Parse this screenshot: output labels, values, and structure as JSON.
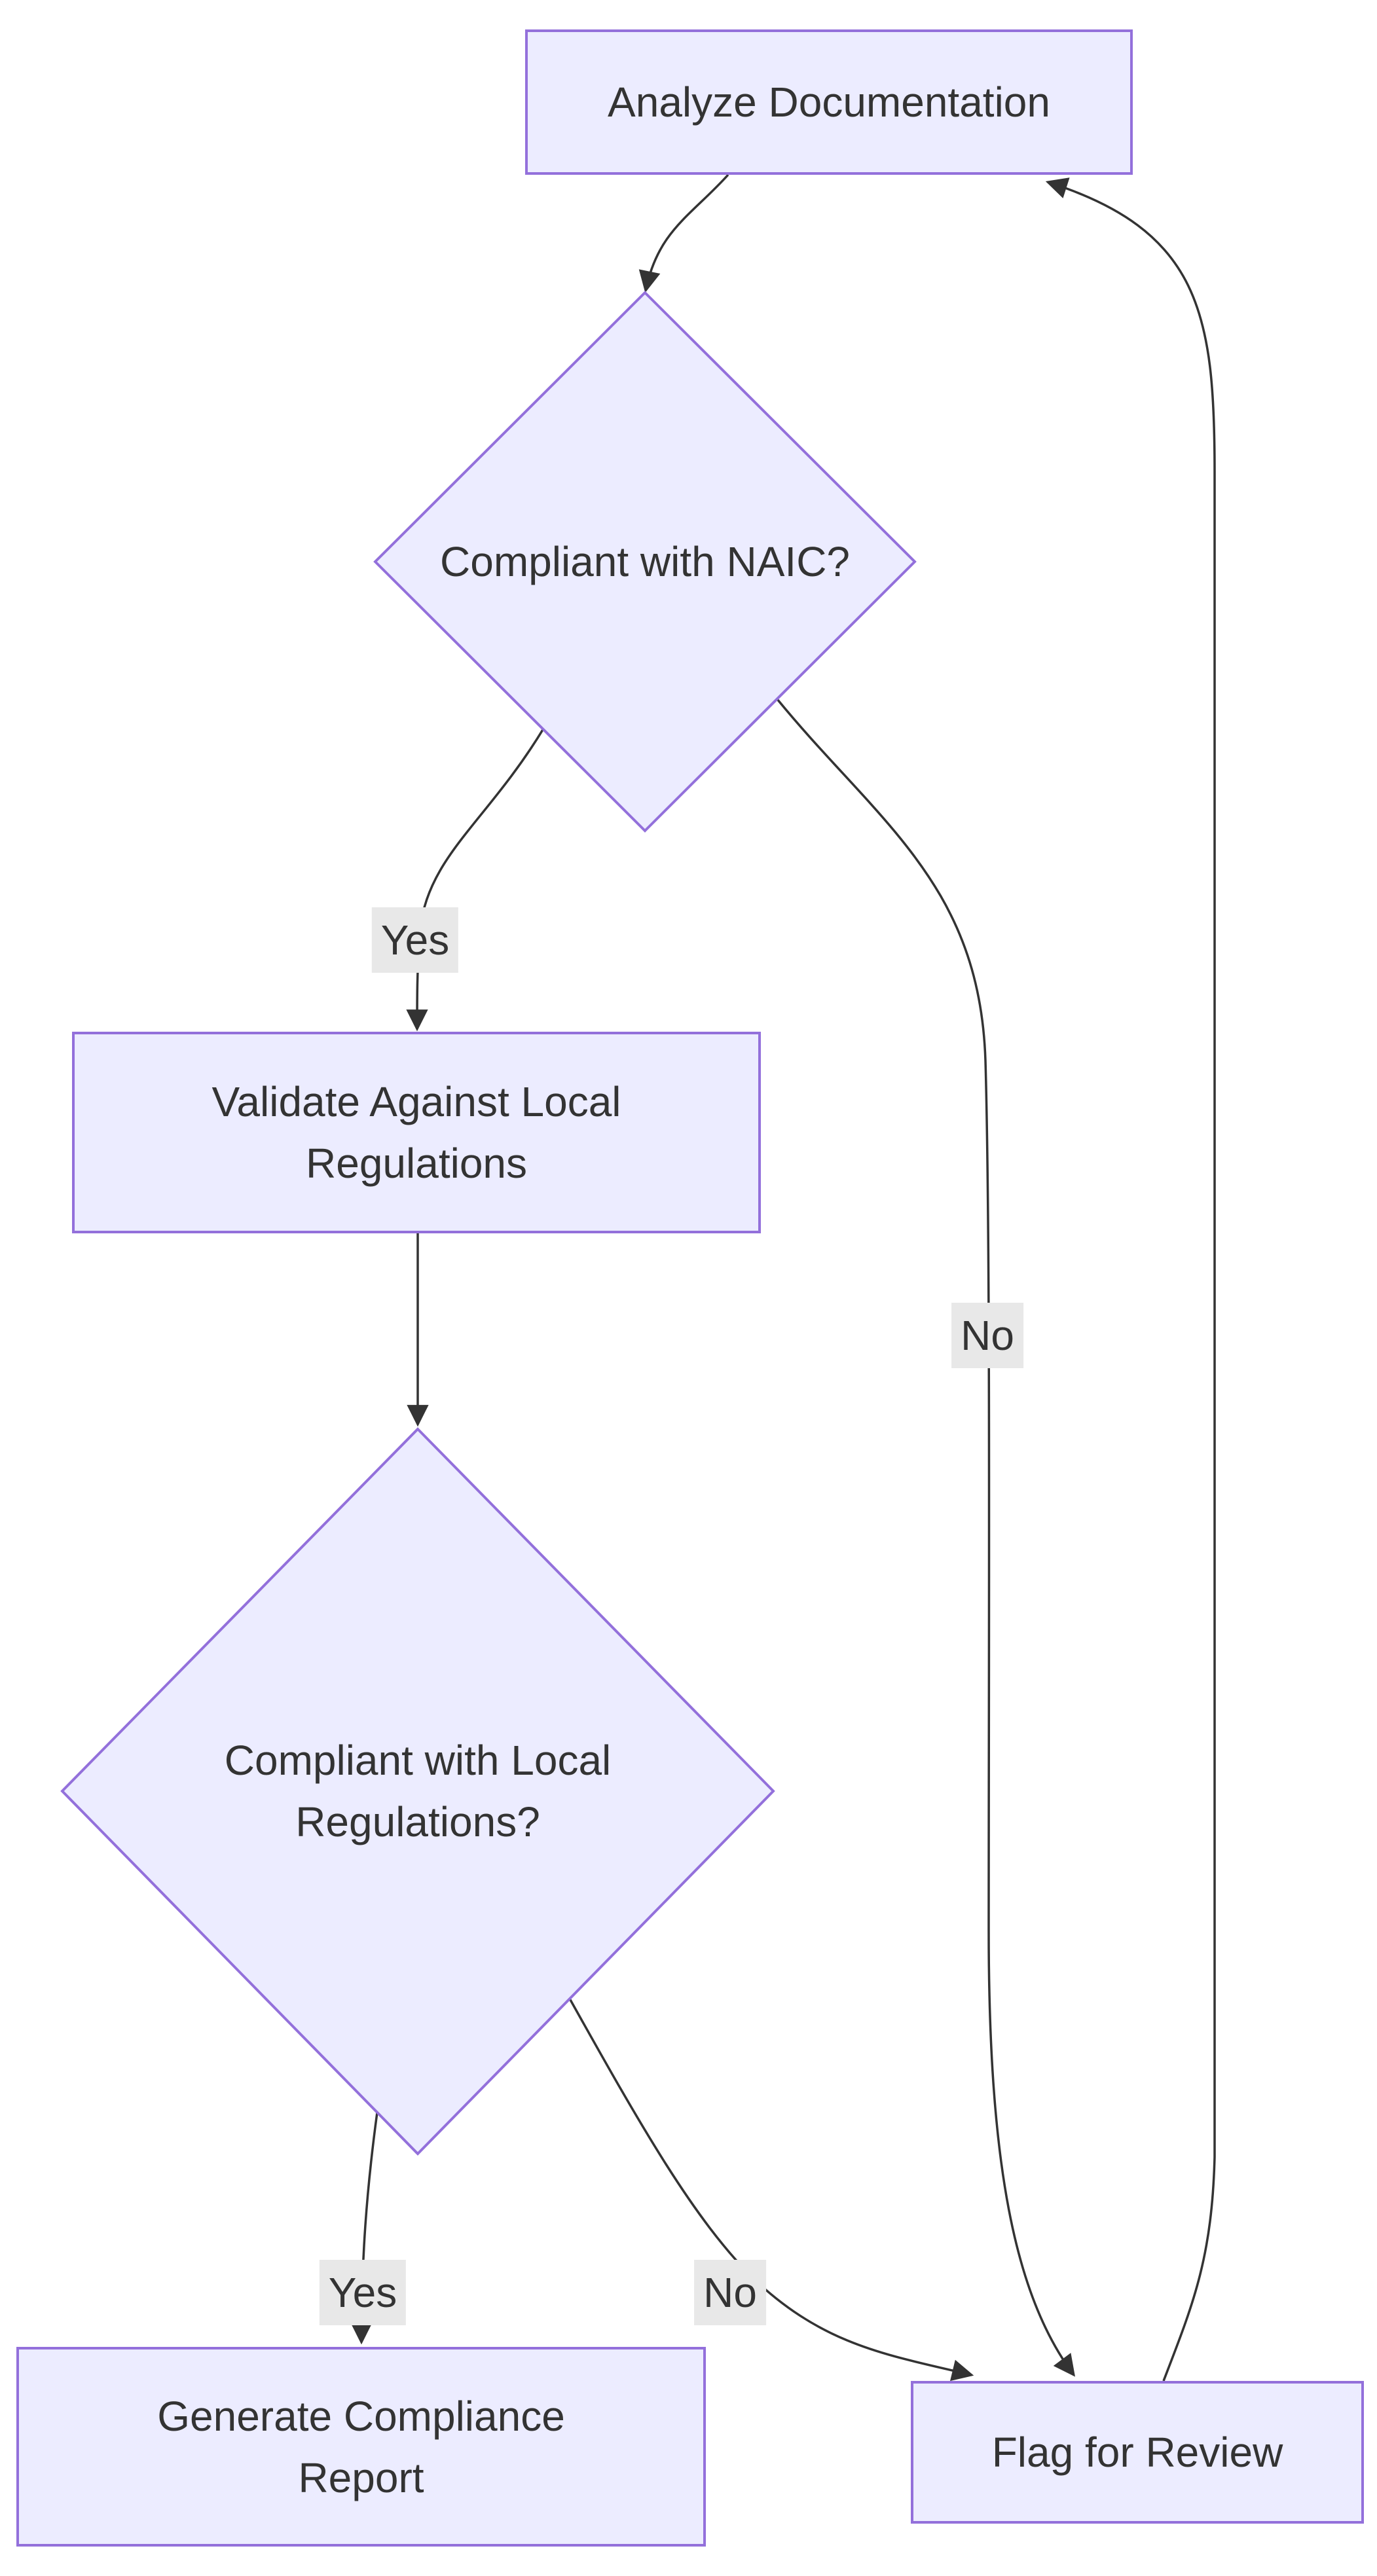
{
  "diagram": {
    "type": "flowchart",
    "direction": "top-down",
    "colors": {
      "background": "#ffffff",
      "node_fill": "#ECECFF",
      "node_border": "#9370DB",
      "edge_color": "#333333",
      "label_bg": "#e8e8e8",
      "text_color": "#333333"
    }
  },
  "nodes": {
    "analyze": {
      "type": "process",
      "label": "Analyze Documentation"
    },
    "naic_decision": {
      "type": "decision",
      "label": "Compliant with NAIC?"
    },
    "validate": {
      "type": "process",
      "label": "Validate Against Local\nRegulations"
    },
    "local_decision": {
      "type": "decision",
      "label": "Compliant with Local\nRegulations?"
    },
    "generate": {
      "type": "process",
      "label": "Generate Compliance\nReport"
    },
    "flag": {
      "type": "process",
      "label": "Flag for Review"
    }
  },
  "edges": [
    {
      "from": "analyze",
      "to": "naic_decision",
      "label": ""
    },
    {
      "from": "naic_decision",
      "to": "validate",
      "label": "Yes"
    },
    {
      "from": "naic_decision",
      "to": "flag",
      "label": "No"
    },
    {
      "from": "validate",
      "to": "local_decision",
      "label": ""
    },
    {
      "from": "local_decision",
      "to": "generate",
      "label": "Yes"
    },
    {
      "from": "local_decision",
      "to": "flag",
      "label": "No"
    },
    {
      "from": "flag",
      "to": "analyze",
      "label": ""
    }
  ]
}
